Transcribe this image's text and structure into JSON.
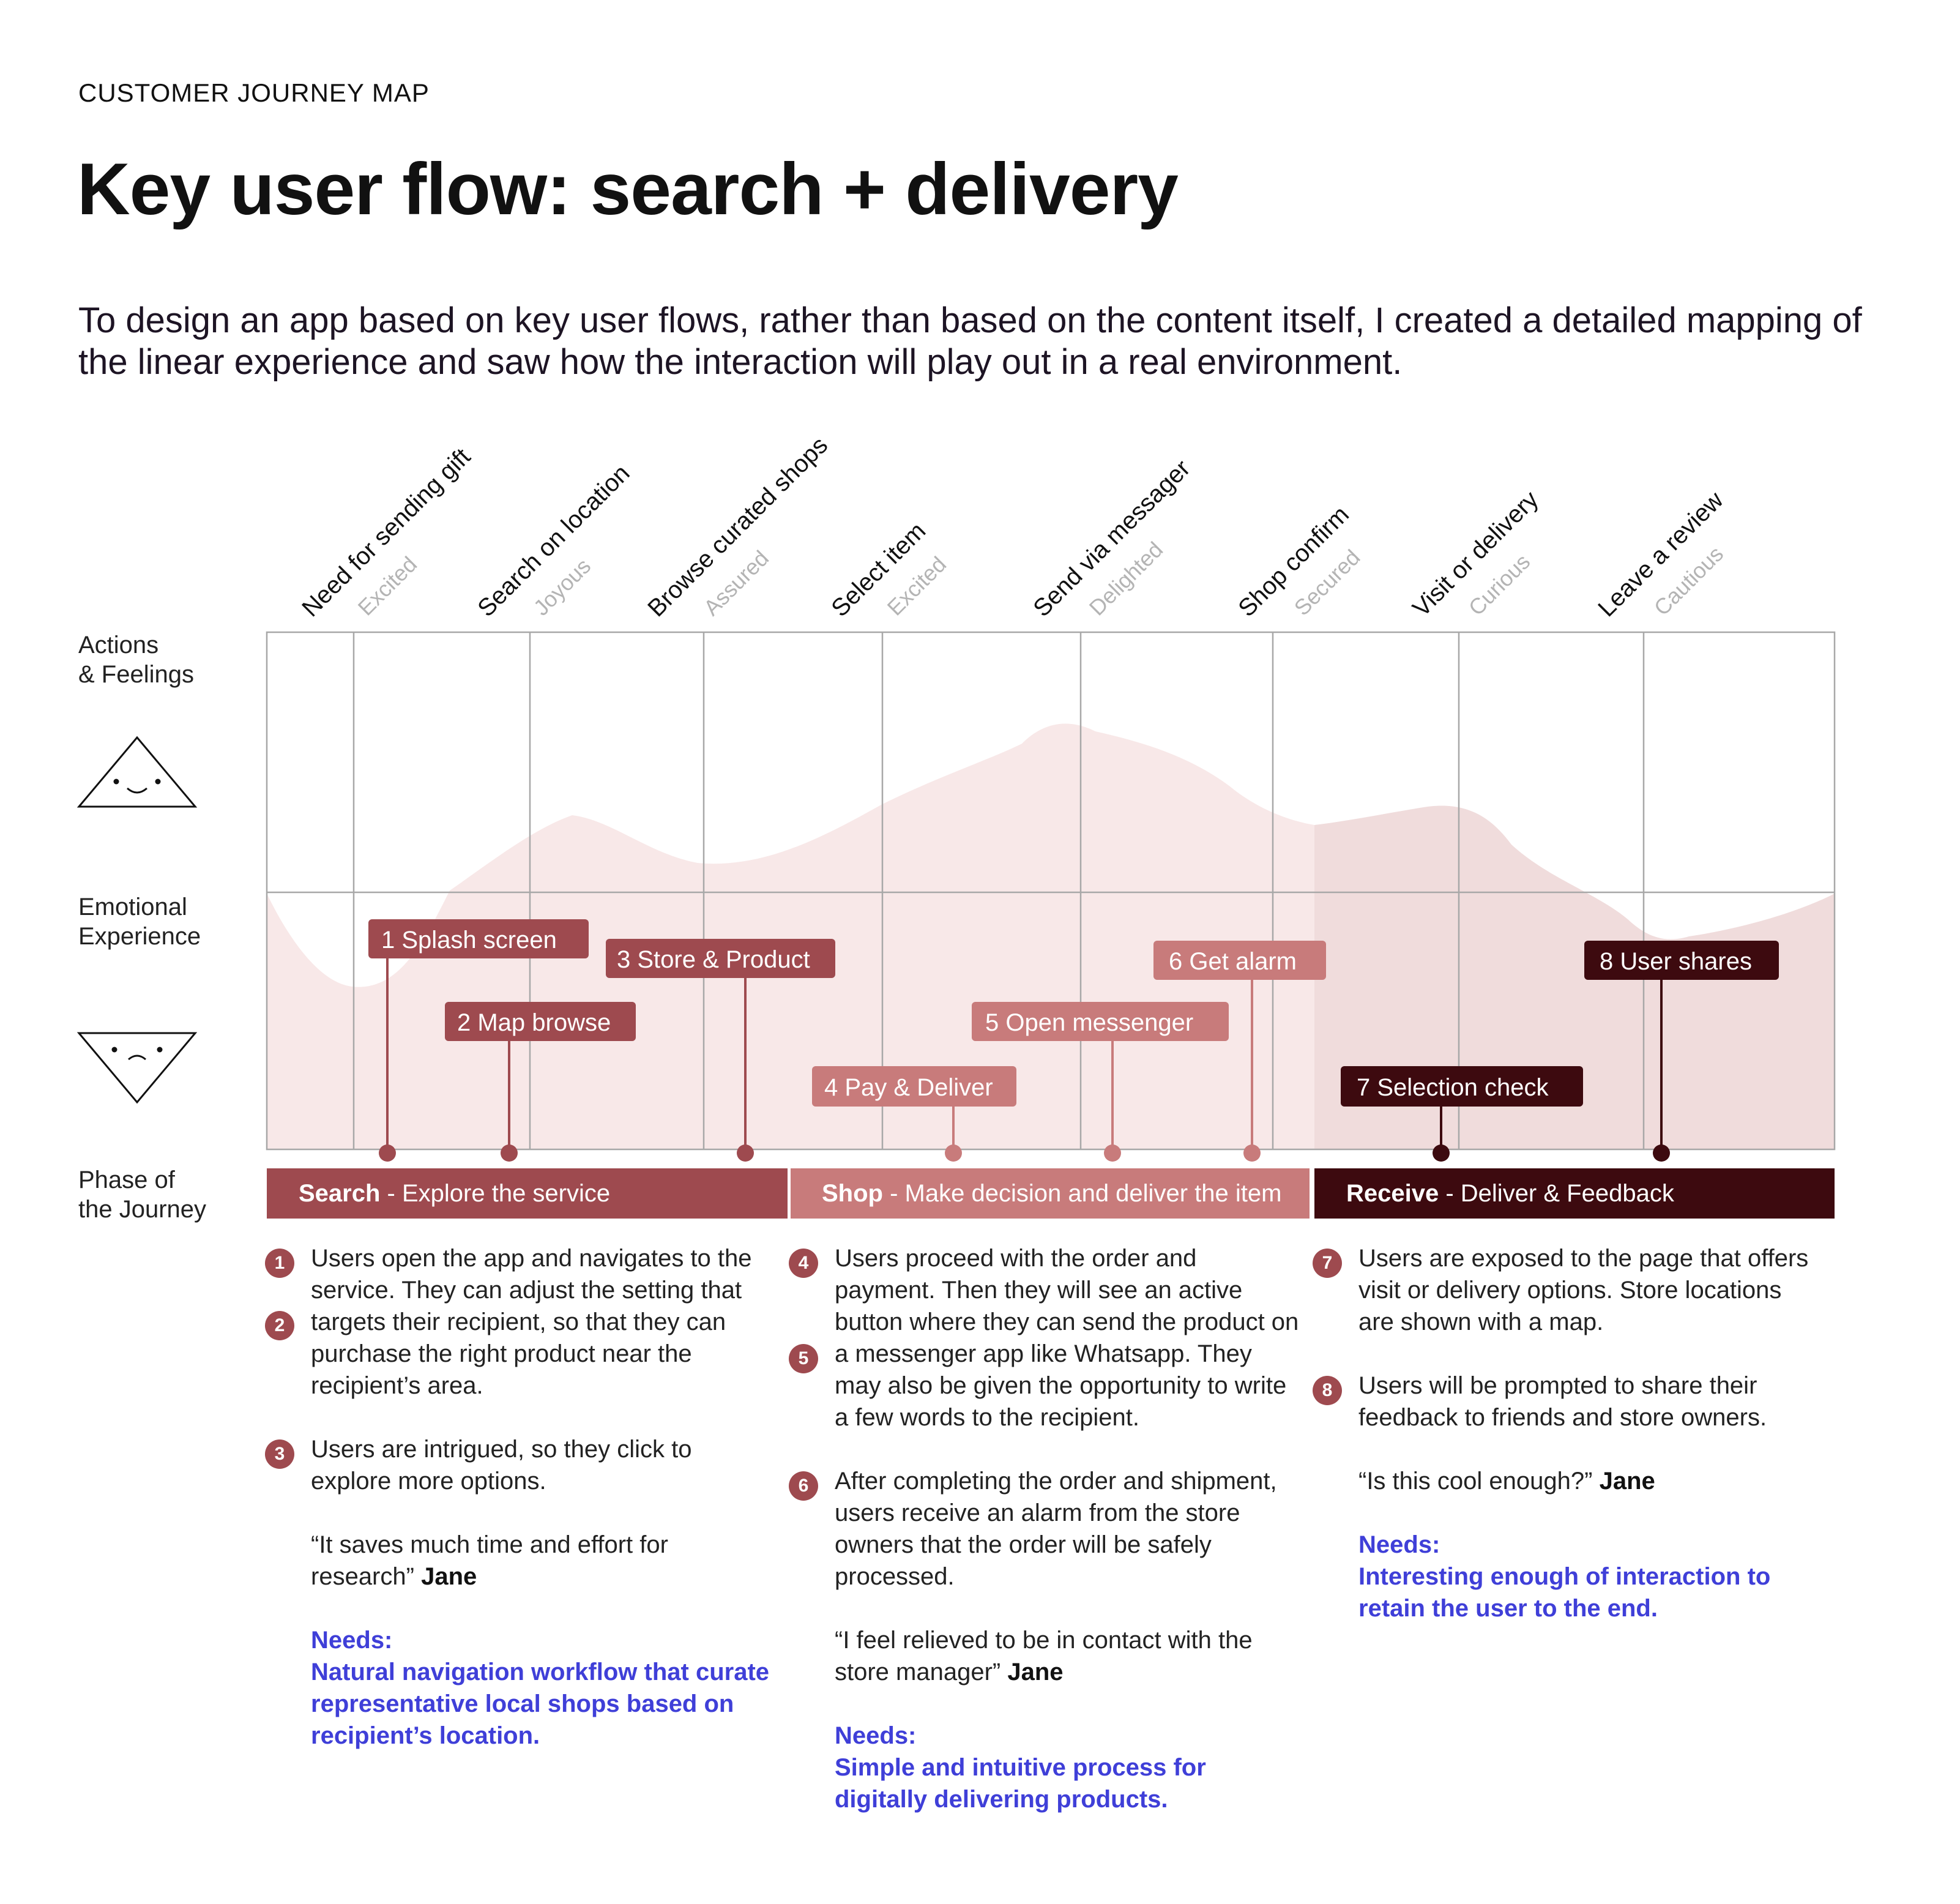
{
  "header": {
    "eyebrow": "CUSTOMER JOURNEY MAP",
    "title": "Key user flow: search + delivery",
    "intro": "To design an app based on key user flows, rather than based on the content itself, I created a detailed mapping of the linear experience and saw how the interaction will play out in a real environment."
  },
  "row_labels": {
    "actions_line1": "Actions",
    "actions_line2": "& Feelings",
    "emotion_line1": "Emotional",
    "emotion_line2": "Experience",
    "phase_line1": "Phase of",
    "phase_line2": "the Journey"
  },
  "actions": [
    {
      "action": "Need for sending gift",
      "feeling": "Excited"
    },
    {
      "action": "Search on location",
      "feeling": "Joyous"
    },
    {
      "action": "Browse curated shops",
      "feeling": "Assured"
    },
    {
      "action": "Select item",
      "feeling": "Excited"
    },
    {
      "action": "Send via messager",
      "feeling": "Delighted"
    },
    {
      "action": "Shop confirm",
      "feeling": "Secured"
    },
    {
      "action": "Visit or delivery",
      "feeling": "Curious"
    },
    {
      "action": "Leave a review",
      "feeling": "Cautious"
    }
  ],
  "touchpoints": [
    {
      "label": "1 Splash screen",
      "color": "#9e4a4f"
    },
    {
      "label": "2 Map browse",
      "color": "#9e4a4f"
    },
    {
      "label": "3 Store & Product",
      "color": "#9e4a4f"
    },
    {
      "label": "4 Pay & Deliver",
      "color": "#c87b7b"
    },
    {
      "label": "5 Open messenger",
      "color": "#c87b7b"
    },
    {
      "label": "6 Get alarm",
      "color": "#c87b7b"
    },
    {
      "label": "7 Selection check",
      "color": "#3d0a0f"
    },
    {
      "label": "8 User shares",
      "color": "#3d0a0f"
    }
  ],
  "phases": [
    {
      "name": "Search",
      "desc": " - Explore the service",
      "color": "#9e4a4f"
    },
    {
      "name": "Shop",
      "desc": " - Make decision and deliver the item",
      "color": "#c87b7b"
    },
    {
      "name": "Receive",
      "desc": " - Deliver & Feedback",
      "color": "#3d0a0f"
    }
  ],
  "colors": {
    "area_light": "#f8e8e8",
    "area_dark": "#f0dcdc",
    "grid": "#a8a8a8",
    "needs": "#3f3fd8"
  },
  "columns": {
    "search": {
      "n1": "1",
      "n2": "2",
      "n3": "3",
      "p1": "Users open the app and navigates to the service. They can adjust the setting that targets their recipient, so that they can purchase the right product near the recipient’s area.",
      "p2": "Users are intrigued, so they click to explore more options.",
      "quote": "“It saves much time and effort for research”",
      "author": "Jane",
      "needs_label": "Needs:",
      "needs": "Natural navigation workflow that curate representative local shops based on recipient’s location."
    },
    "shop": {
      "n4": "4",
      "n5": "5",
      "n6": "6",
      "p1": "Users proceed with the order and payment. Then they will see an active button where they can send the product on a messenger app like Whatsapp. They may also be given the opportunity to write a few words to the recipient.",
      "p2": "After completing the order and shipment, users receive an alarm from the store owners that the order will be safely processed.",
      "quote": "“I feel relieved to be in contact with the store manager”",
      "author": "Jane",
      "needs_label": "Needs:",
      "needs": "Simple and intuitive process for digitally delivering products."
    },
    "receive": {
      "n7": "7",
      "n8": "8",
      "p1": "Users are exposed to the page that offers visit or delivery options. Store locations are shown with a map.",
      "p2": "Users will be prompted to share their feedback to friends and store owners.",
      "quote": "“Is this cool enough?”",
      "author": "Jane",
      "needs_label": "Needs:",
      "needs": "Interesting enough of interaction to retain the user to the end."
    }
  }
}
